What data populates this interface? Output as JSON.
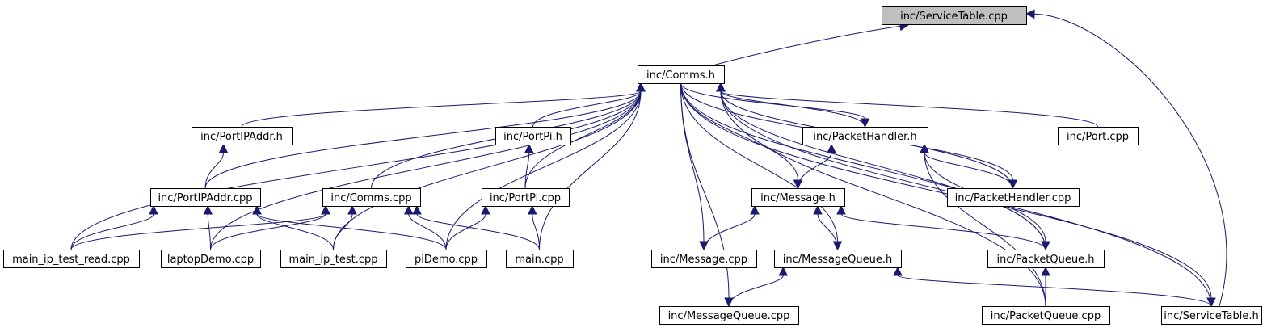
{
  "diagram": {
    "colors": {
      "edge": "#191970",
      "node_border": "#000000",
      "node_fill": "#ffffff",
      "root_fill": "#bfbfbf"
    },
    "nodes": [
      {
        "id": "svctable_cpp",
        "label": "inc/ServiceTable.cpp",
        "root": true
      },
      {
        "id": "comms_h",
        "label": "inc/Comms.h"
      },
      {
        "id": "portipaddr_h",
        "label": "inc/PortIPAddr.h"
      },
      {
        "id": "portpi_h",
        "label": "inc/PortPi.h"
      },
      {
        "id": "packethandler_h",
        "label": "inc/PacketHandler.h"
      },
      {
        "id": "port_cpp",
        "label": "inc/Port.cpp"
      },
      {
        "id": "portipaddr_cpp",
        "label": "inc/PortIPAddr.cpp"
      },
      {
        "id": "comms_cpp",
        "label": "inc/Comms.cpp"
      },
      {
        "id": "portpi_cpp",
        "label": "inc/PortPi.cpp"
      },
      {
        "id": "message_h",
        "label": "inc/Message.h"
      },
      {
        "id": "packethandler_cpp",
        "label": "inc/PacketHandler.cpp"
      },
      {
        "id": "main_ip_test_read",
        "label": "main_ip_test_read.cpp"
      },
      {
        "id": "laptopdemo",
        "label": "laptopDemo.cpp"
      },
      {
        "id": "main_ip_test",
        "label": "main_ip_test.cpp"
      },
      {
        "id": "pidemo",
        "label": "piDemo.cpp"
      },
      {
        "id": "main_cpp",
        "label": "main.cpp"
      },
      {
        "id": "message_cpp",
        "label": "inc/Message.cpp"
      },
      {
        "id": "messagequeue_h",
        "label": "inc/MessageQueue.h"
      },
      {
        "id": "packetqueue_h",
        "label": "inc/PacketQueue.h"
      },
      {
        "id": "messagequeue_cpp",
        "label": "inc/MessageQueue.cpp"
      },
      {
        "id": "packetqueue_cpp",
        "label": "inc/PacketQueue.cpp"
      },
      {
        "id": "svctable_h",
        "label": "inc/ServiceTable.h"
      }
    ],
    "edges": [
      {
        "from": "comms_h",
        "to": "svctable_cpp"
      },
      {
        "from": "svctable_h",
        "to": "svctable_cpp"
      },
      {
        "from": "portipaddr_h",
        "to": "comms_h"
      },
      {
        "from": "portpi_h",
        "to": "comms_h"
      },
      {
        "from": "packethandler_h",
        "to": "comms_h"
      },
      {
        "from": "port_cpp",
        "to": "comms_h"
      },
      {
        "from": "portipaddr_cpp",
        "to": "comms_h"
      },
      {
        "from": "comms_cpp",
        "to": "comms_h"
      },
      {
        "from": "portpi_cpp",
        "to": "comms_h"
      },
      {
        "from": "packethandler_cpp",
        "to": "comms_h"
      },
      {
        "from": "main_ip_test_read",
        "to": "comms_h"
      },
      {
        "from": "laptopdemo",
        "to": "comms_h"
      },
      {
        "from": "main_ip_test",
        "to": "comms_h"
      },
      {
        "from": "pidemo",
        "to": "comms_h"
      },
      {
        "from": "main_cpp",
        "to": "comms_h"
      },
      {
        "from": "packetqueue_h",
        "to": "comms_h"
      },
      {
        "from": "packetqueue_cpp",
        "to": "comms_h"
      },
      {
        "from": "svctable_h",
        "to": "comms_h"
      },
      {
        "from": "comms_h",
        "to": "packethandler_h"
      },
      {
        "from": "comms_h",
        "to": "message_h"
      },
      {
        "from": "comms_h",
        "to": "packethandler_cpp"
      },
      {
        "from": "comms_h",
        "to": "message_cpp"
      },
      {
        "from": "comms_h",
        "to": "messagequeue_h"
      },
      {
        "from": "comms_h",
        "to": "messagequeue_cpp"
      },
      {
        "from": "comms_h",
        "to": "packetqueue_h"
      },
      {
        "from": "comms_h",
        "to": "svctable_h"
      },
      {
        "from": "portipaddr_cpp",
        "to": "portipaddr_h"
      },
      {
        "from": "portpi_cpp",
        "to": "portpi_h"
      },
      {
        "from": "message_h",
        "to": "packethandler_h"
      },
      {
        "from": "packethandler_cpp",
        "to": "packethandler_h"
      },
      {
        "from": "packetqueue_h",
        "to": "packethandler_h"
      },
      {
        "from": "packetqueue_cpp",
        "to": "packethandler_h"
      },
      {
        "from": "main_ip_test_read",
        "to": "portipaddr_cpp"
      },
      {
        "from": "laptopdemo",
        "to": "portipaddr_cpp"
      },
      {
        "from": "main_ip_test",
        "to": "portipaddr_cpp"
      },
      {
        "from": "pidemo",
        "to": "portipaddr_cpp"
      },
      {
        "from": "main_ip_test_read",
        "to": "comms_cpp"
      },
      {
        "from": "laptopdemo",
        "to": "comms_cpp"
      },
      {
        "from": "main_ip_test",
        "to": "comms_cpp"
      },
      {
        "from": "pidemo",
        "to": "comms_cpp"
      },
      {
        "from": "main_cpp",
        "to": "comms_cpp"
      },
      {
        "from": "pidemo",
        "to": "portpi_cpp"
      },
      {
        "from": "main_cpp",
        "to": "portpi_cpp"
      },
      {
        "from": "message_cpp",
        "to": "message_h"
      },
      {
        "from": "messagequeue_h",
        "to": "message_h"
      },
      {
        "from": "packetqueue_h",
        "to": "message_h"
      },
      {
        "from": "messagequeue_cpp",
        "to": "messagequeue_h"
      },
      {
        "from": "svctable_h",
        "to": "messagequeue_h"
      },
      {
        "from": "packetqueue_cpp",
        "to": "packetqueue_h"
      }
    ]
  }
}
